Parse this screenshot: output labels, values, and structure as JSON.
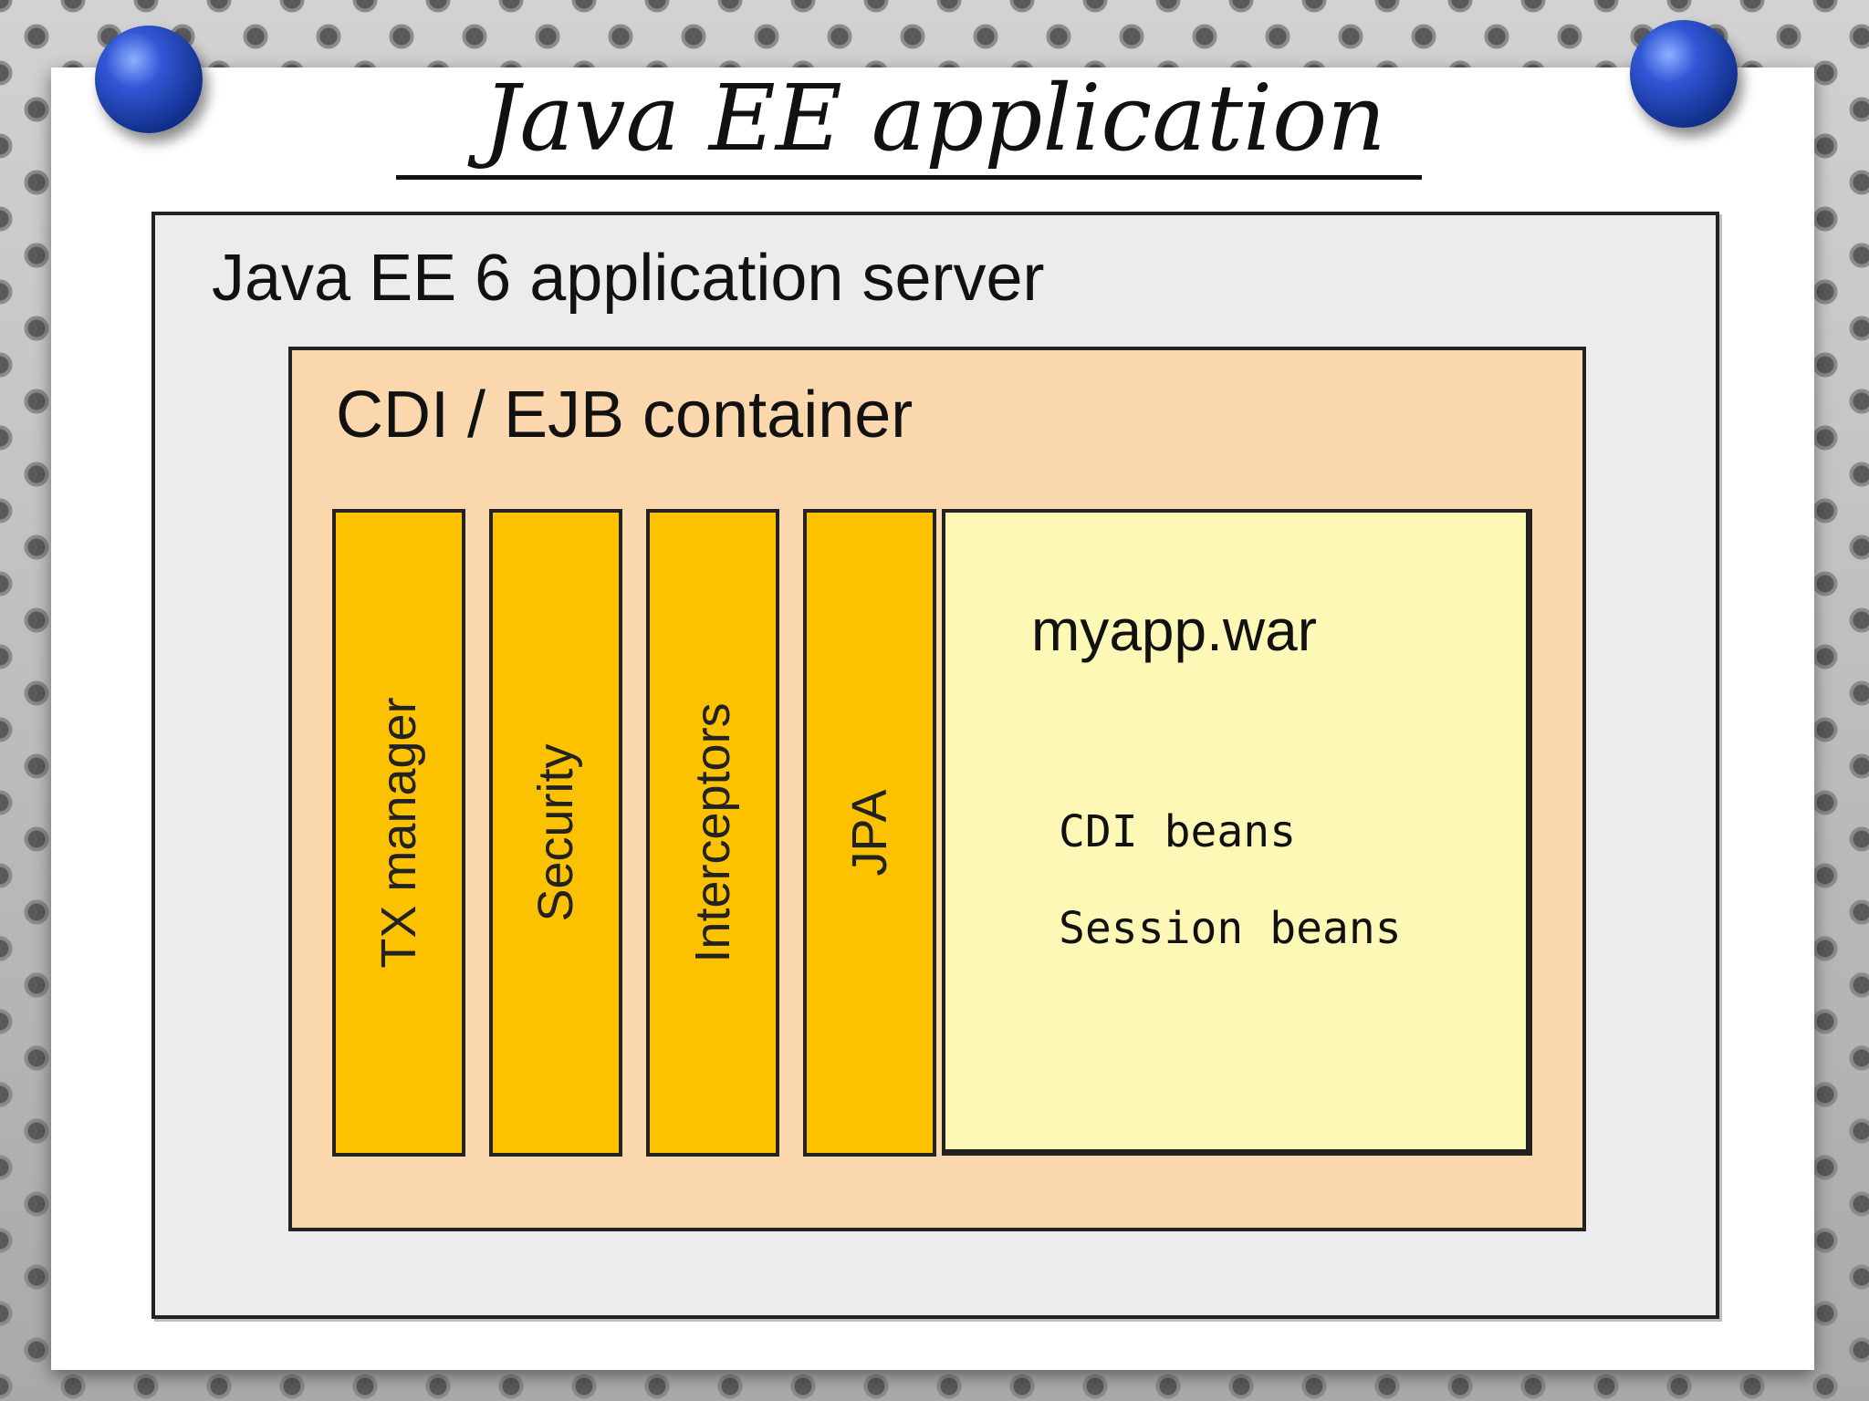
{
  "title": "Java EE application",
  "diagram": {
    "server": {
      "label": "Java EE 6 application server"
    },
    "container": {
      "label": "CDI / EJB container",
      "services": [
        {
          "label": "TX manager"
        },
        {
          "label": "Security"
        },
        {
          "label": "Interceptors"
        },
        {
          "label": "JPA"
        }
      ]
    },
    "war": {
      "label": "myapp.war",
      "items": [
        {
          "label": "CDI beans"
        },
        {
          "label": "Session beans"
        }
      ]
    }
  },
  "colors": {
    "server_fill": "#ececee",
    "container_fill": "#fbd7ad",
    "service_fill": "#fcc200",
    "war_fill": "#fef8b7",
    "pin": "#1e3fb8"
  }
}
